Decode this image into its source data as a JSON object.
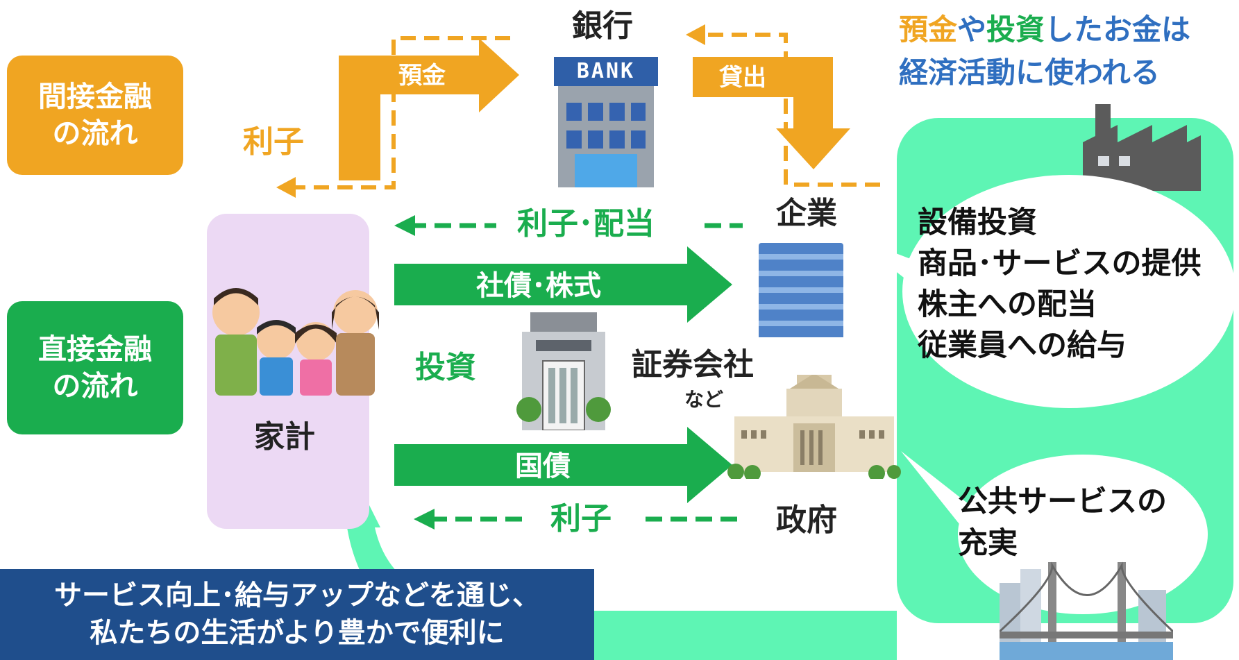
{
  "indirect_label": [
    "間接金融",
    "の流れ"
  ],
  "direct_label": [
    "直接金融",
    "の流れ"
  ],
  "bank": {
    "title": "銀行",
    "sign": "BANK"
  },
  "deposit_label": "預金",
  "loan_label": "貸出",
  "interest_left_label": "利子",
  "headline": {
    "line1_parts": [
      "預金",
      "や",
      "投資",
      "したお金は"
    ],
    "line2": "経済活動に使われる"
  },
  "household_label": "家計",
  "company_label": "企業",
  "interest_dividend_label": "利子･配当",
  "bonds_stocks_label": "社債･株式",
  "investment_label": "投資",
  "securities": {
    "title": "証券会社",
    "sub": "など"
  },
  "gov_bond_label": "国債",
  "government_label": "政府",
  "interest_gov_label": "利子",
  "company_bubble": [
    "設備投資",
    "商品･サービスの提供",
    "株主への配当",
    "従業員への給与"
  ],
  "public_bubble": [
    "公共サービスの",
    "充実"
  ],
  "bottom_banner": [
    "サービス向上･給与アップなどを通じ、",
    "私たちの生活がより豊かで便利に"
  ],
  "colors": {
    "orange": "#f0a522",
    "green": "#1aad4e",
    "mint": "#5ef5b4",
    "navy": "#1f4e8c",
    "household_bg": "#ecd9f4"
  }
}
